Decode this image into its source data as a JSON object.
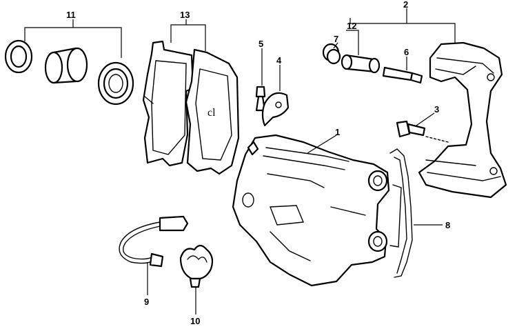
{
  "callouts": {
    "c1": "1",
    "c2": "2",
    "c3": "3",
    "c4": "4",
    "c5": "5",
    "c6": "6",
    "c7": "7",
    "c8": "8",
    "c9": "9",
    "c10": "10",
    "c11": "11",
    "c12": "12",
    "c13": "13"
  },
  "pad_marking": "cl",
  "colors": {
    "ink": "#000000",
    "paper": "#ffffff"
  }
}
